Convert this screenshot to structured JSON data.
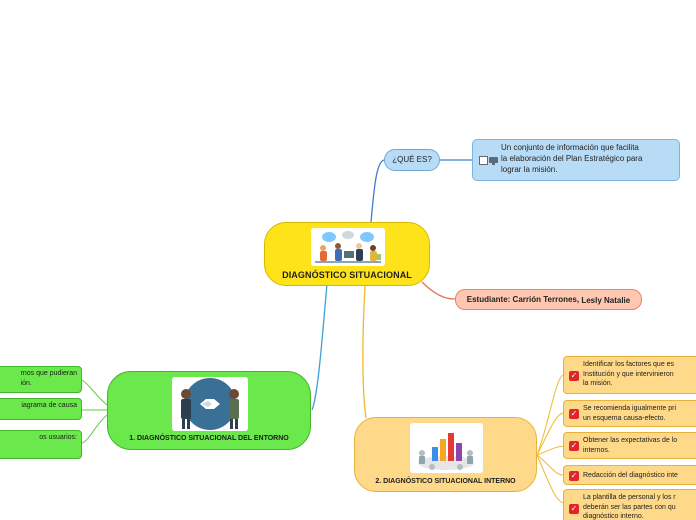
{
  "central": {
    "title": "DIAGNÓSTICO SITUACIONAL"
  },
  "que": {
    "label": "¿QUÉ ES?",
    "desc_lines": [
      "Un conjunto de información que facilita",
      "la elaboración del Plan Estratégico para",
      "lograr la misión."
    ]
  },
  "student": {
    "label_main": "Estudiante: Carrión Terrones,",
    "label_last": " Lesly Natalie"
  },
  "entorno": {
    "title": "1. DIAGNÓSTICO SITUACIONAL DEL ENTORNO",
    "leaves": [
      {
        "lines": [
          "rnos que pudieran",
          "ión."
        ]
      },
      {
        "lines": [
          "iagrama de causa"
        ]
      },
      {
        "lines": [
          "os usuarios:"
        ]
      }
    ]
  },
  "interno": {
    "title": "2. DIAGNÓSTICO SITUACIONAL INTERNO",
    "leaves": [
      {
        "lines": [
          "Identificar los factores que es",
          "Institución y que intervinieron",
          "la misión."
        ]
      },
      {
        "lines": [
          "Se recomienda igualmente pri",
          "un esquema causa-efecto."
        ]
      },
      {
        "lines": [
          "Obtener las expectativas de lo",
          "internos."
        ]
      },
      {
        "lines": [
          "Redacción del diagnóstico inte"
        ]
      },
      {
        "lines": [
          "La plantilla de personal y los r",
          "deberán ser las partes con qu",
          "diagnóstico interno."
        ]
      }
    ]
  },
  "colors": {
    "central": "#ffe31a",
    "que": "#b9dcf6",
    "student": "#ffc6b0",
    "entorno": "#6be84b",
    "interno": "#ffd98a",
    "check": "#e0262a"
  },
  "icons": {
    "central_image": "teamwork-illustration",
    "entorno_image": "handshake-illustration",
    "interno_image": "bar-chart-team-illustration",
    "check": "red-checkbox-icon"
  }
}
